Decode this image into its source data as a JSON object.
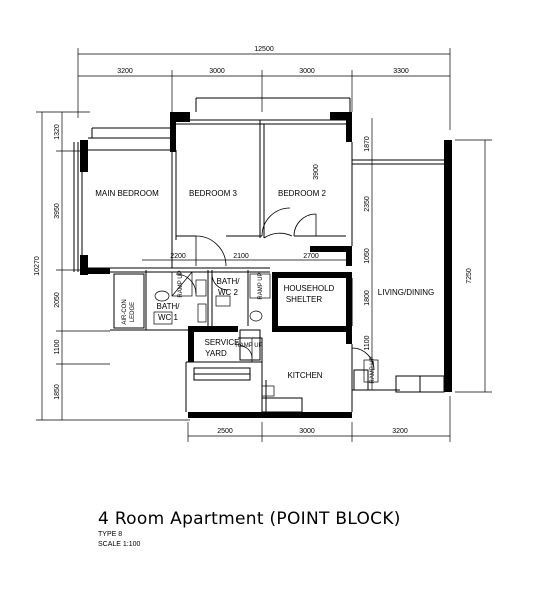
{
  "dimensions": {
    "overall_width": "12500",
    "top_segments": [
      "3200",
      "3000",
      "3000",
      "3300"
    ],
    "mid_segments": [
      "2200",
      "2100",
      "2700"
    ],
    "bottom_segments": [
      "2500",
      "3000",
      "3200"
    ],
    "left_overall": "10270",
    "left_segments": [
      "1320",
      "3950",
      "2050",
      "1100",
      "1850"
    ],
    "right_overall": "7250",
    "inner_right": [
      "1870",
      "2350",
      "1050",
      "1800",
      "1100"
    ],
    "inner_bedroom2": "3900"
  },
  "rooms": {
    "main_bedroom": "MAIN BEDROOM",
    "bedroom_3": "BEDROOM 3",
    "bedroom_2": "BEDROOM 2",
    "living_dining": "LIVING/DINING",
    "household_shelter_line1": "HOUSEHOLD",
    "household_shelter_line2": "SHELTER",
    "bath_wc2_line1": "BATH/",
    "bath_wc2_line2": "WC 2",
    "bath_wc1_line1": "BATH/",
    "bath_wc1_line2": "WC 1",
    "service_yard_line1": "SERVICE",
    "service_yard_line2": "YARD",
    "kitchen": "KITCHEN",
    "aircon_ledge_line1": "AIR-CON",
    "aircon_ledge_line2": "LEDGE"
  },
  "ramps": [
    "RAMP UP",
    "RAMP UP",
    "RAMP UP",
    "RAMP UP"
  ],
  "title": {
    "main": "4 Room Apartment (POINT BLOCK)",
    "type": "TYPE 8",
    "scale": "SCALE  1:100"
  },
  "colors": {
    "ink": "#000000",
    "paper": "#ffffff"
  }
}
